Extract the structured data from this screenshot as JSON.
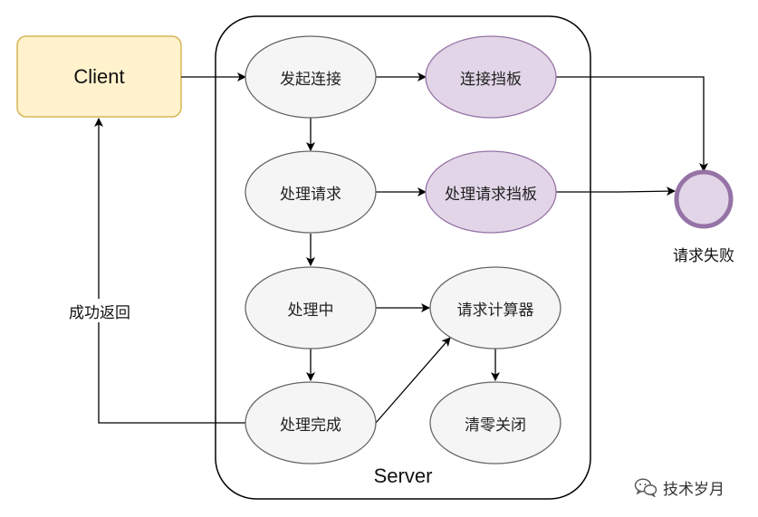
{
  "client": {
    "label": "Client"
  },
  "server": {
    "label": "Server"
  },
  "nodes": {
    "start_connect": "发起连接",
    "connect_baffle": "连接挡板",
    "handle_request": "处理请求",
    "handle_request_baffle": "处理请求挡板",
    "processing": "处理中",
    "request_counter": "请求计算器",
    "processed": "处理完成",
    "clear_close": "清零关闭"
  },
  "end_state": {
    "label": "请求失败"
  },
  "edge_labels": {
    "success_return": "成功返回"
  },
  "watermark": {
    "text": "技术岁月",
    "icon": "wechat-icon"
  },
  "colors": {
    "client_fill": "#fff2cc",
    "client_stroke": "#d6b656",
    "gray_fill": "#f5f5f5",
    "gray_stroke": "#666666",
    "purple_fill": "#e1d5e7",
    "purple_stroke": "#9673a6"
  }
}
